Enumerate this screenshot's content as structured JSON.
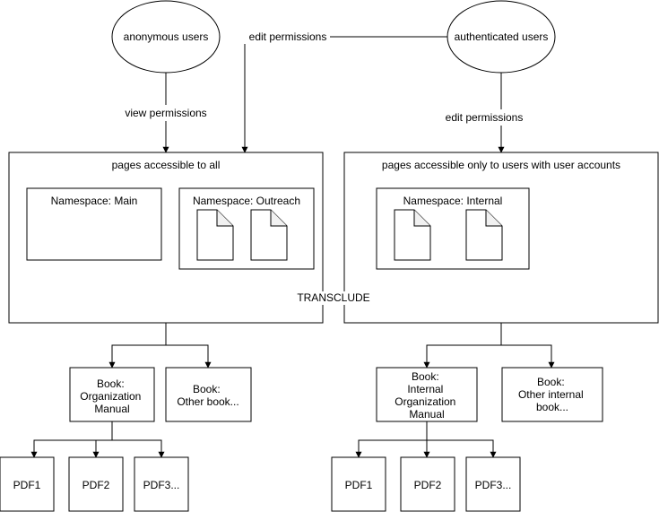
{
  "nodes": {
    "anon": "anonymous users",
    "auth": "authenticated users",
    "public_area": "pages accessible to all",
    "private_area": "pages accessible only to users with user accounts",
    "ns_main": "Namespace: Main",
    "ns_outreach": "Namespace: Outreach",
    "ns_internal": "Namespace: Internal",
    "book_org": [
      "Book:",
      "Organization",
      "Manual"
    ],
    "book_other": [
      "Book:",
      "Other book..."
    ],
    "book_internal": [
      "Book:",
      "Internal",
      "Organization",
      "Manual"
    ],
    "book_other_internal": [
      "Book:",
      "Other internal",
      "book..."
    ],
    "pdf1_left": "PDF1",
    "pdf2_left": "PDF2",
    "pdf3_left": "PDF3...",
    "pdf1_right": "PDF1",
    "pdf2_right": "PDF2",
    "pdf3_right": "PDF3..."
  },
  "edges": {
    "view_permissions": "view permissions",
    "edit_permissions_top": "edit permissions",
    "edit_permissions_right": "edit permissions",
    "transclude": "TRANSCLUDE"
  },
  "colors": {
    "stroke": "#000000",
    "fill": "#ffffff",
    "doc_fold": "#f1f1f1"
  },
  "icons": {
    "document": "document-icon"
  }
}
